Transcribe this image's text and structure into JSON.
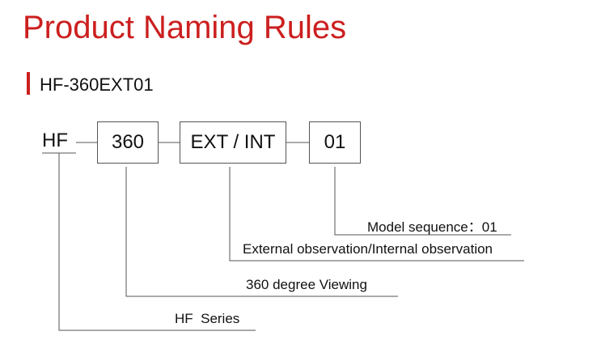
{
  "title": "Product Naming Rules",
  "model_code": "HF-360EXT01",
  "segments": {
    "prefix": "HF",
    "viewing": "360",
    "observation": "EXT / INT",
    "sequence": "01"
  },
  "labels": {
    "sequence": "Model sequence：01",
    "observation": "External observation/Internal observation",
    "viewing": "360 degree Viewing",
    "series": "HF  Series"
  },
  "colors": {
    "accent": "#cc1f1f",
    "lines": "#555555"
  }
}
